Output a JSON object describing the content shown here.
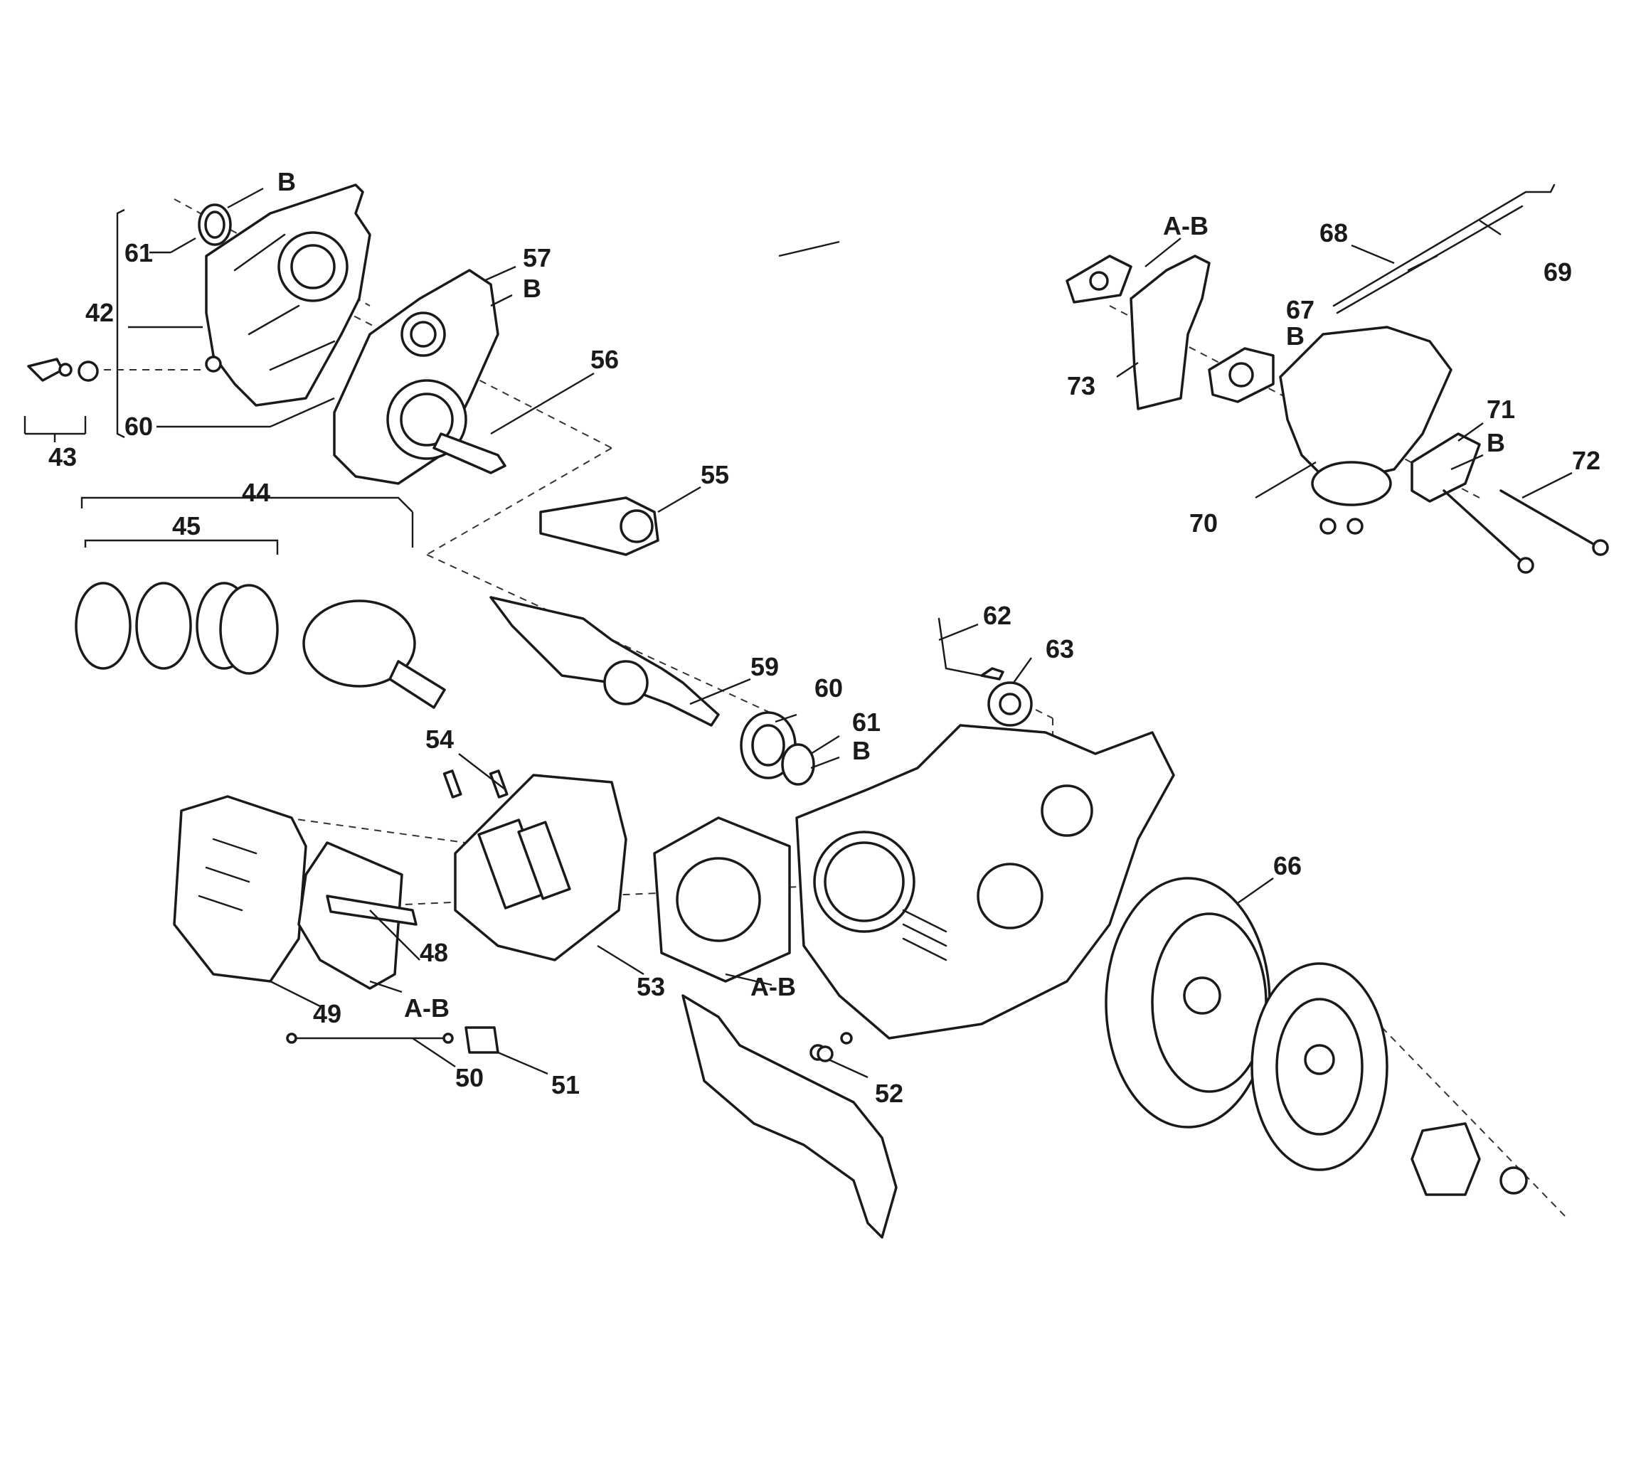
{
  "diagram": {
    "ink_color": "#1a1a1a",
    "background_color": "#ffffff",
    "labels": {
      "l42": "42",
      "l43": "43",
      "l44": "44",
      "l45": "45",
      "l48": "48",
      "l49": "49",
      "l50": "50",
      "l51": "51",
      "l52": "52",
      "l53": "53",
      "l54": "54",
      "l55": "55",
      "l56": "56",
      "l57": "57",
      "l59": "59",
      "l60a": "60",
      "l60b": "60",
      "l61a": "61",
      "l61b": "61",
      "l62": "62",
      "l63": "63",
      "l66": "66",
      "l67": "67",
      "l68": "68",
      "l69": "69",
      "l70": "70",
      "l71": "71",
      "l72": "72",
      "l73": "73",
      "bTop": "B",
      "b57": "B",
      "b61": "B",
      "b67": "B",
      "b71": "B",
      "ab49": "A-B",
      "ab53": "A-B",
      "ab73": "A-B"
    }
  }
}
